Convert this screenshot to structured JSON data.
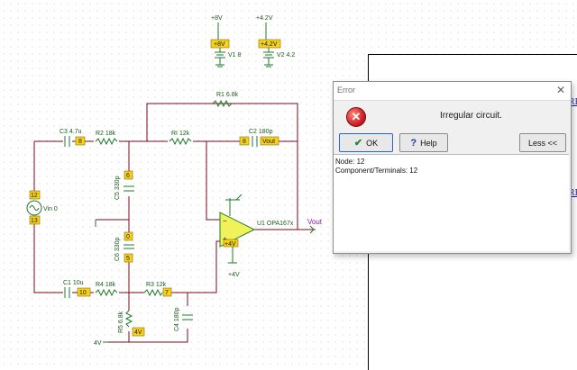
{
  "schematic": {
    "sources": {
      "v1": {
        "rail": "+8V",
        "label": "V1 8",
        "tag": "+8V"
      },
      "v2": {
        "rail": "+4.2V",
        "label": "V2 4.2",
        "tag": "+4.2V"
      }
    },
    "components": {
      "r1": "R1 6.8k",
      "c3": "C3 4.7u",
      "r2": "R2 18k",
      "ri": "RI 12k",
      "c2": "C2 180p",
      "c5": "C5 330p",
      "c6": "C6 330p",
      "u1": "U1 OPA167x",
      "c1": "C1 10u",
      "r4": "R4 18k",
      "r3": "R3 12k",
      "r5": "R5 6.8k",
      "c4": "C4 180p",
      "vin": "Vin 0"
    },
    "nodes": {
      "n8": "8",
      "n6": "6",
      "n0": "0",
      "n5": "5",
      "n12": "12",
      "n13": "13",
      "n10": "10",
      "n7": "7",
      "vout_tag": "Vout",
      "v4_tag": "+4V",
      "v4_tag2": "4V",
      "opamp_supply": "+4V"
    },
    "vout_label": "Vout",
    "opamp_plus4": "+4V",
    "bottom_4v": "4V"
  },
  "sheet": {
    "links": [
      "RE",
      "RE"
    ]
  },
  "dialog": {
    "title": "Error",
    "message": "Irregular circuit.",
    "ok_label": "OK",
    "help_label": "Help",
    "less_label": "Less <<",
    "detail": [
      "Node: 12",
      "Component/Terminals: 12"
    ],
    "icons": {
      "error": "error-icon",
      "ok": "check-icon",
      "help": "help-icon",
      "close": "close-icon"
    }
  }
}
